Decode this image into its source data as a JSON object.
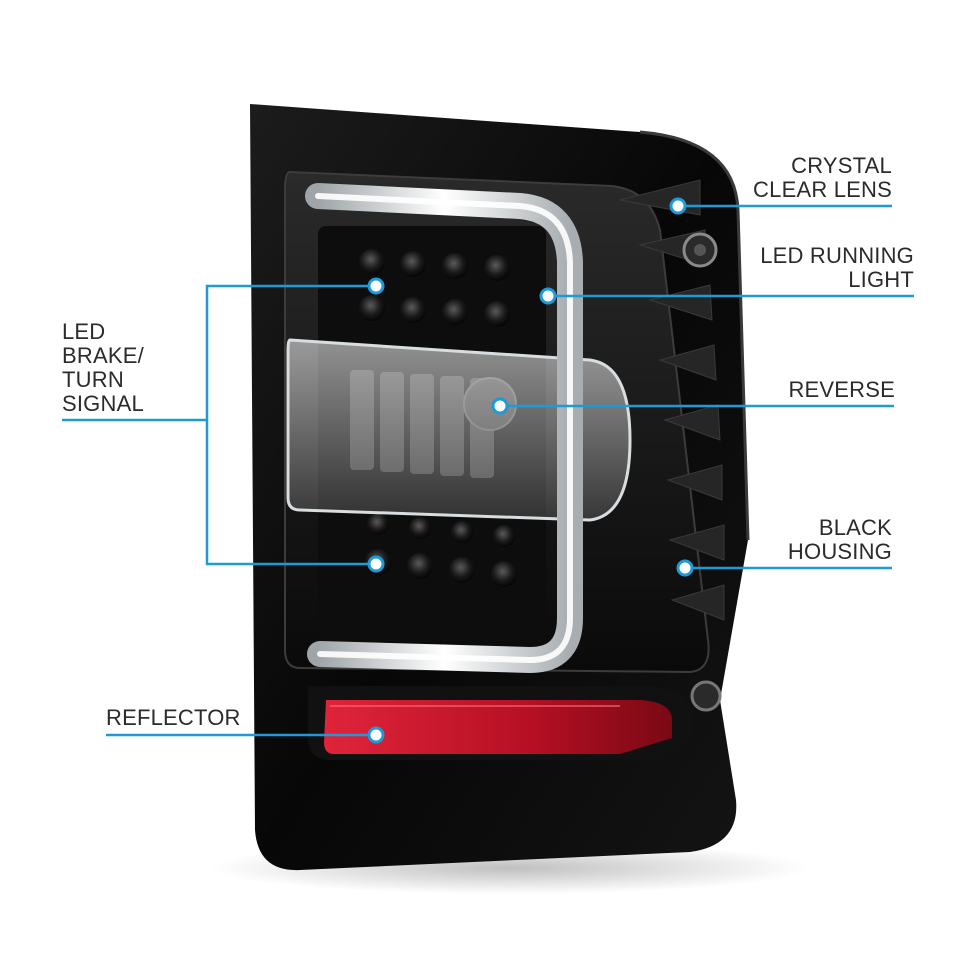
{
  "callouts": {
    "crystal_clear_lens": "CRYSTAL\nCLEAR LENS",
    "led_running_light": "LED RUNNING\nLIGHT",
    "reverse": "REVERSE",
    "black_housing": "BLACK\nHOUSING",
    "led_brake_turn_signal": "LED\nBRAKE/\nTURN\nSIGNAL",
    "reflector": "REFLECTOR"
  },
  "colors": {
    "callout_line": "#1e9ad6",
    "label_text": "#2b2b2b",
    "housing": "#0c0c0c",
    "reflector_red": "#c8142a",
    "light_bar": "#e9eef2"
  }
}
